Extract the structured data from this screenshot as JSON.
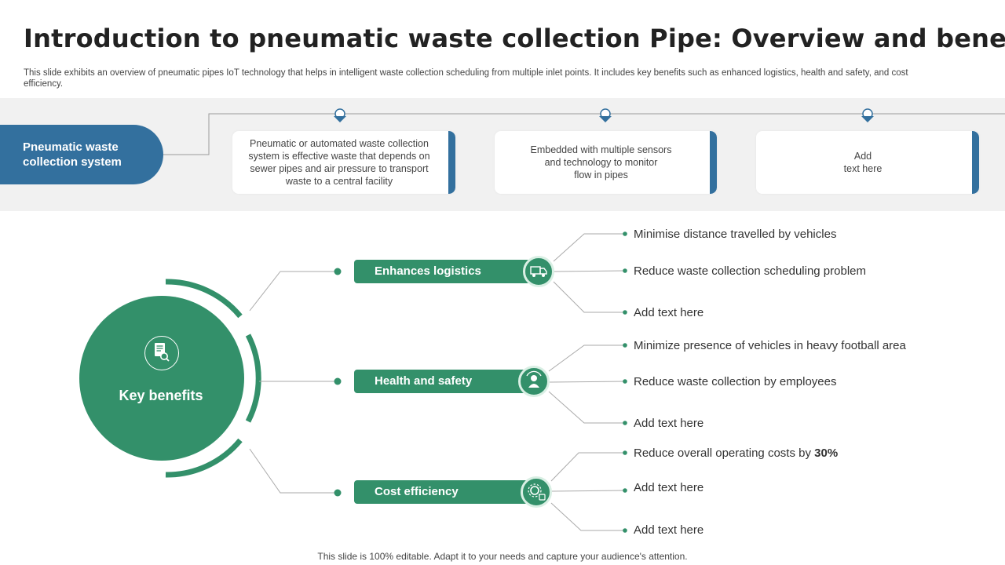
{
  "title": "Introduction to pneumatic waste collection Pipe: Overview and benefits",
  "subtitle": "This slide exhibits an overview of pneumatic pipes IoT technology that helps in intelligent waste collection scheduling from multiple inlet points. It includes key benefits such as enhanced logistics, health and safety, and cost efficiency.",
  "system": {
    "label": "Pneumatic waste\ncollection system"
  },
  "cards": [
    {
      "text": "Pneumatic or automated waste collection\nsystem is effective  waste that depends on\nsewer pipes and air pressure to transport\nwaste to a central facility"
    },
    {
      "text": "Embedded with multiple sensors\nand technology to monitor\nflow in pipes"
    },
    {
      "text": "Add\ntext here"
    }
  ],
  "key_benefits": {
    "label": "Key benefits",
    "icon": "document-search-icon"
  },
  "benefits": [
    {
      "label": "Enhances logistics",
      "icon": "delivery-truck-icon",
      "points": [
        {
          "text": "Minimise distance travelled by vehicles"
        },
        {
          "text": "Reduce waste collection scheduling problem"
        },
        {
          "text": "Add text here"
        }
      ]
    },
    {
      "label": "Health and safety",
      "icon": "worker-shield-icon",
      "points": [
        {
          "text": "Minimize presence of vehicles in heavy football area"
        },
        {
          "text": "Reduce waste collection by employees"
        },
        {
          "text": "Add text here"
        }
      ]
    },
    {
      "label": "Cost efficiency",
      "icon": "gear-coins-icon",
      "points": [
        {
          "text": "Reduce overall operating costs by ",
          "strong": "30%"
        },
        {
          "text": "Add text here"
        },
        {
          "text": "Add text here"
        }
      ]
    }
  ],
  "footer": "This slide is 100% editable. Adapt it to your needs and capture your audience's attention.",
  "colors": {
    "blue": "#33709e",
    "green": "#33906a",
    "band": "#f1f1f1"
  }
}
